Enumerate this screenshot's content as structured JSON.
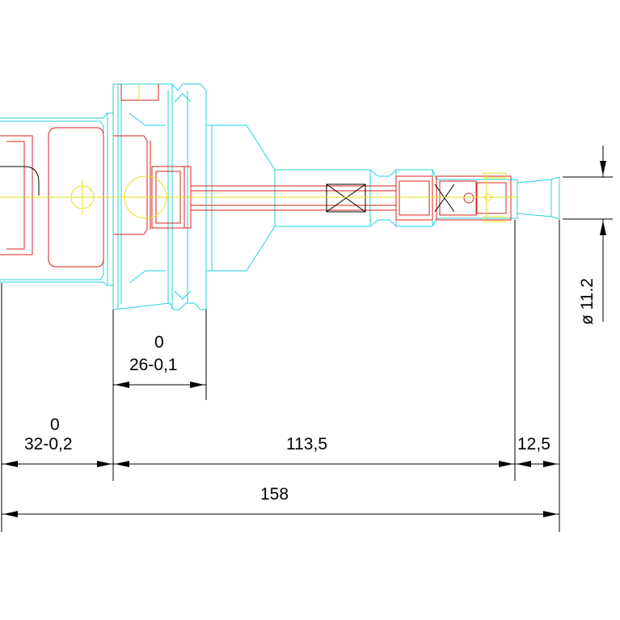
{
  "colors": {
    "outline": "#21d3dc",
    "section": "#d8231c",
    "axis": "#e8e21a",
    "dimension": "#000000",
    "background": "#ffffff"
  },
  "dimensions": {
    "tol_26_upper": "0",
    "tol_26_main": "26-0,1",
    "tol_32_upper": "0",
    "tol_32_main": "32-0,2",
    "len_113": "113,5",
    "len_12": "12,5",
    "len_total": "158",
    "diameter": "ø 11.2"
  }
}
